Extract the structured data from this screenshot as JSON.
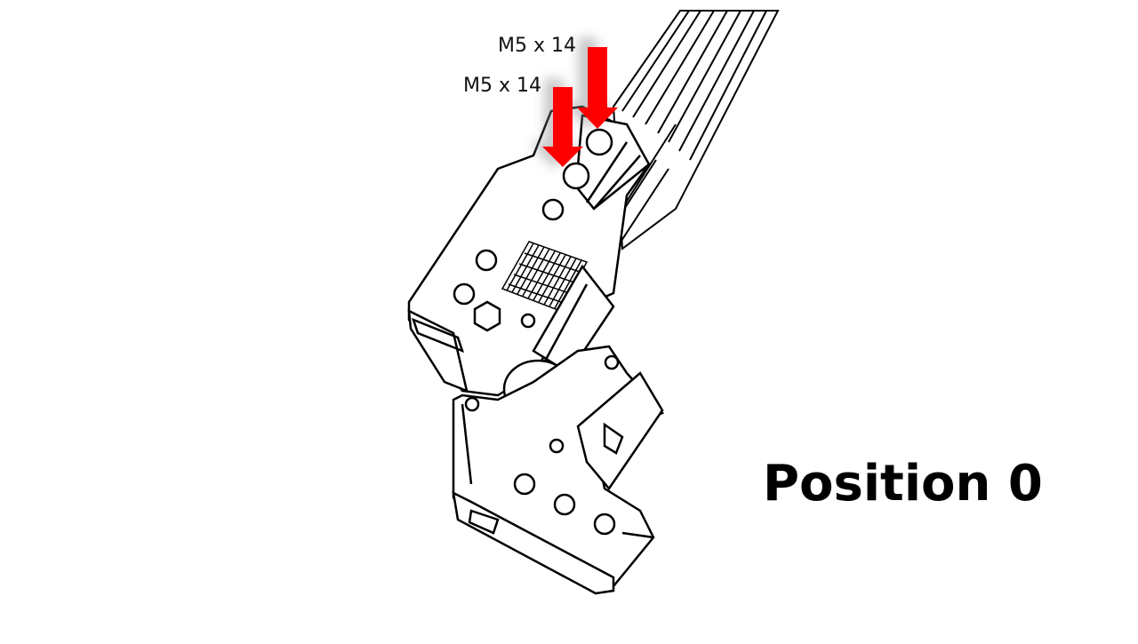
{
  "annotations": {
    "screw_upper": "M5 x 14",
    "screw_lower": "M5 x 14"
  },
  "title": "Position 0",
  "colors": {
    "arrow": "#ff0000",
    "line": "#000000",
    "background": "#ffffff"
  }
}
